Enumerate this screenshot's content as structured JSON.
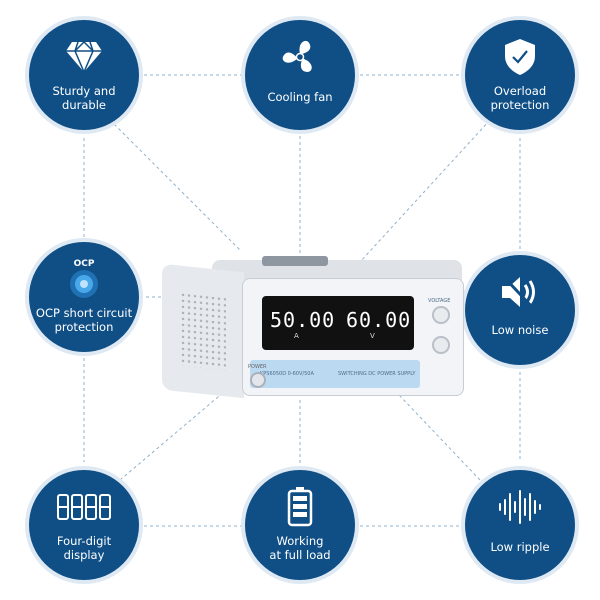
{
  "features": [
    {
      "id": "sturdy",
      "label": "Sturdy and\ndurable",
      "icon": "diamond-icon"
    },
    {
      "id": "cooling",
      "label": "Cooling fan",
      "icon": "fan-icon"
    },
    {
      "id": "overload",
      "label": "Overload\nprotection",
      "icon": "shield-check-icon"
    },
    {
      "id": "ocp",
      "label": "OCP short circuit\nprotection",
      "icon": "ocp-icon",
      "icon_text": "OCP"
    },
    {
      "id": "noise",
      "label": "Low noise",
      "icon": "speaker-mute-icon"
    },
    {
      "id": "display",
      "label": "Four-digit\ndisplay",
      "icon": "digits-icon"
    },
    {
      "id": "fullload",
      "label": "Working\nat full load",
      "icon": "battery-icon"
    },
    {
      "id": "ripple",
      "label": "Low ripple",
      "icon": "waveform-icon"
    }
  ],
  "device": {
    "current_display": "50.00",
    "current_unit": "A",
    "voltage_display": "60.00",
    "voltage_unit": "V",
    "model": "KPS6050D 0-60V/50A",
    "brand": "SWITCHING DC POWER SUPPLY",
    "power_label": "POWER",
    "voltage_knob_label": "VOLTAGE"
  },
  "colors": {
    "badge": "#0f4f86",
    "ring": "#dfe9f3",
    "line": "#8fb0cc"
  }
}
